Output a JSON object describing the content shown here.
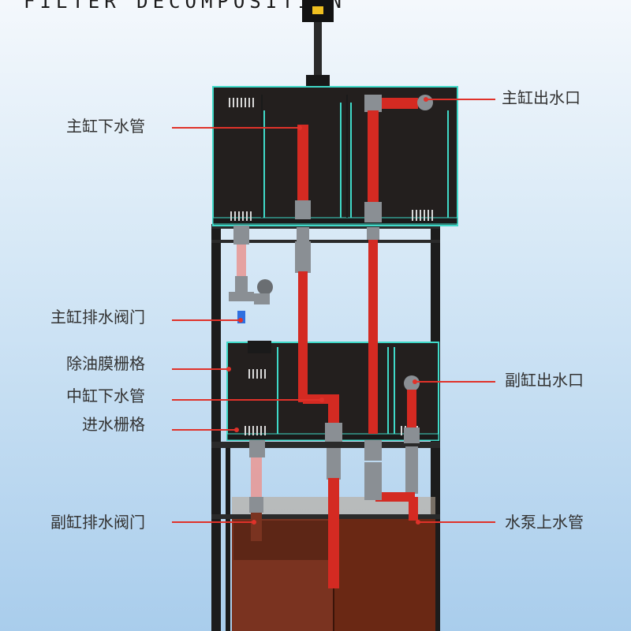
{
  "header": {
    "title": "FILTER DECOMPOSITION"
  },
  "labels": {
    "main_tank_down_pipe": "主缸下水管",
    "main_tank_outlet": "主缸出水口",
    "main_tank_drain_valve": "主缸排水阀门",
    "degreaser_grid": "除油膜栅格",
    "sub_tank_outlet": "副缸出水口",
    "middle_tank_down_pipe": "中缸下水管",
    "inlet_grid": "进水栅格",
    "sub_tank_drain_valve": "副缸排水阀门",
    "pump_up_pipe": "水泵上水管"
  },
  "colors": {
    "pipe_red": "#d42a22",
    "pvc_grey": "#8a8f94",
    "frame": "#1c1c1c",
    "tank_dark": "#231f1e",
    "glass_edge": "#3fd9c8",
    "sump_brown": "#6e2b17",
    "leader_line": "#e0322a",
    "valve_blue": "#2f6fe0"
  }
}
